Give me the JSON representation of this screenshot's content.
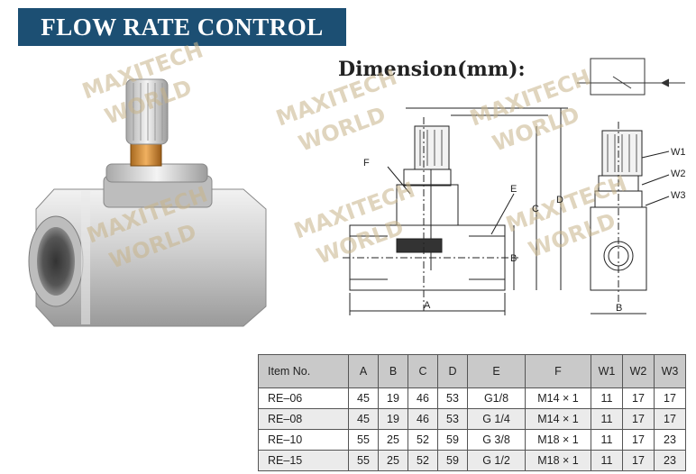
{
  "title": "FLOW RATE CONTROL",
  "dimension_title": "Dimension(mm):",
  "watermark": {
    "line1": "MAXITECH",
    "line2": "WORLD"
  },
  "drawing_labels": {
    "f": "F",
    "e": "E",
    "c": "C",
    "d": "D",
    "b": "B",
    "a": "A",
    "b_side": "B",
    "w1": "W1",
    "w2": "W2",
    "w3": "W3"
  },
  "table": {
    "headers": [
      "Item No.",
      "A",
      "B",
      "C",
      "D",
      "E",
      "F",
      "W1",
      "W2",
      "W3"
    ],
    "rows": [
      [
        "RE–06",
        "45",
        "19",
        "46",
        "53",
        "G1/8",
        "M14 × 1",
        "11",
        "17",
        "17"
      ],
      [
        "RE–08",
        "45",
        "19",
        "46",
        "53",
        "G 1/4",
        "M14 × 1",
        "11",
        "17",
        "17"
      ],
      [
        "RE–10",
        "55",
        "25",
        "52",
        "59",
        "G 3/8",
        "M18 × 1",
        "11",
        "17",
        "23"
      ],
      [
        "RE–15",
        "55",
        "25",
        "52",
        "59",
        "G 1/2",
        "M18 × 1",
        "11",
        "17",
        "23"
      ]
    ]
  }
}
